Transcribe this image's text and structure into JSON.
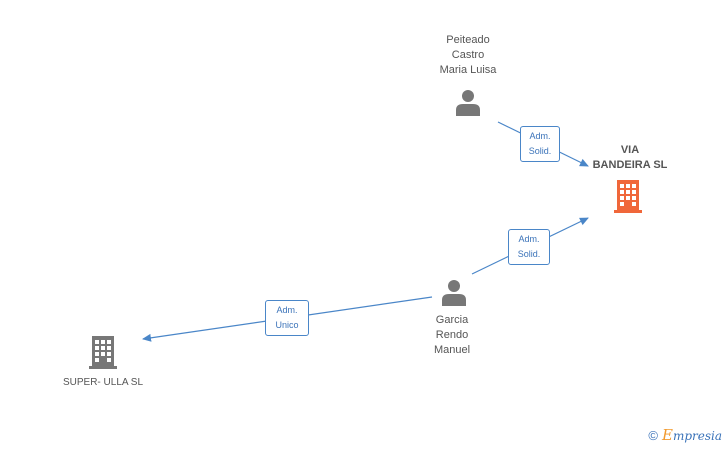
{
  "nodes": {
    "peiteado": {
      "lines": [
        "Peiteado",
        "Castro",
        "Maria Luisa"
      ],
      "type": "person"
    },
    "via_bandeira": {
      "lines": [
        "VIA",
        "BANDEIRA SL"
      ],
      "type": "company",
      "color": "#f0673a"
    },
    "garcia": {
      "lines": [
        "Garcia",
        "Rendo",
        "Manuel"
      ],
      "type": "person"
    },
    "super_ulla": {
      "lines": [
        "SUPER- ULLA SL"
      ],
      "type": "company",
      "color": "#777777"
    }
  },
  "edges": {
    "peiteado_via": {
      "lines": [
        "Adm.",
        "Solid."
      ]
    },
    "garcia_via": {
      "lines": [
        "Adm.",
        "Solid."
      ]
    },
    "garcia_super": {
      "lines": [
        "Adm.",
        "Unico"
      ]
    }
  },
  "footer": {
    "copyright": "©",
    "brand_first": "E",
    "brand_rest": "mpresia"
  },
  "colors": {
    "edge": "#4a86c8",
    "person": "#777777"
  }
}
